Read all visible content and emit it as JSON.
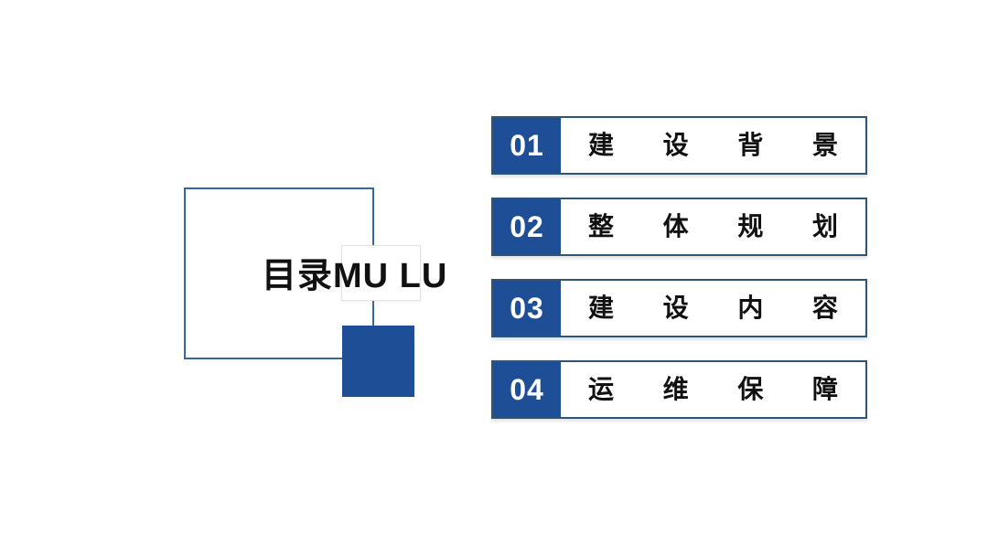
{
  "slide": {
    "title": "目录MU LU",
    "toc": [
      {
        "number": "01",
        "label": "建设背景"
      },
      {
        "number": "02",
        "label": "整体规划"
      },
      {
        "number": "03",
        "label": "建设内容"
      },
      {
        "number": "04",
        "label": "运维保障"
      }
    ],
    "colors": {
      "accent_blue": "#1e4e95",
      "bar_border": "#2d5577",
      "square_outline": "#35689e",
      "backdrop_border": "#e2e2e2",
      "text": "#111111",
      "number_text": "#ffffff",
      "background": "#ffffff"
    }
  }
}
